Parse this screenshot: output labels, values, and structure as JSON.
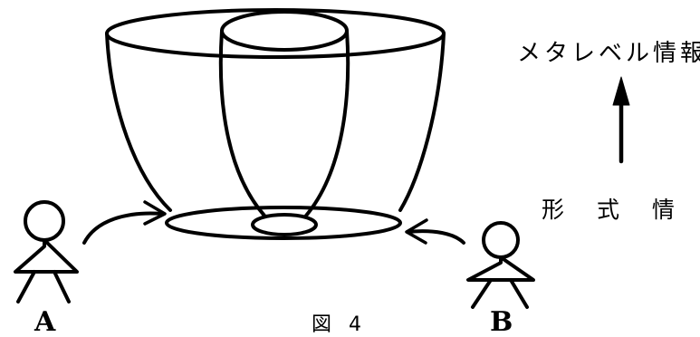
{
  "labels": {
    "meta_info": "メタレベル情報",
    "form_info": "形 式 情 報",
    "person_a": "A",
    "person_b": "B",
    "caption": "図 4"
  }
}
